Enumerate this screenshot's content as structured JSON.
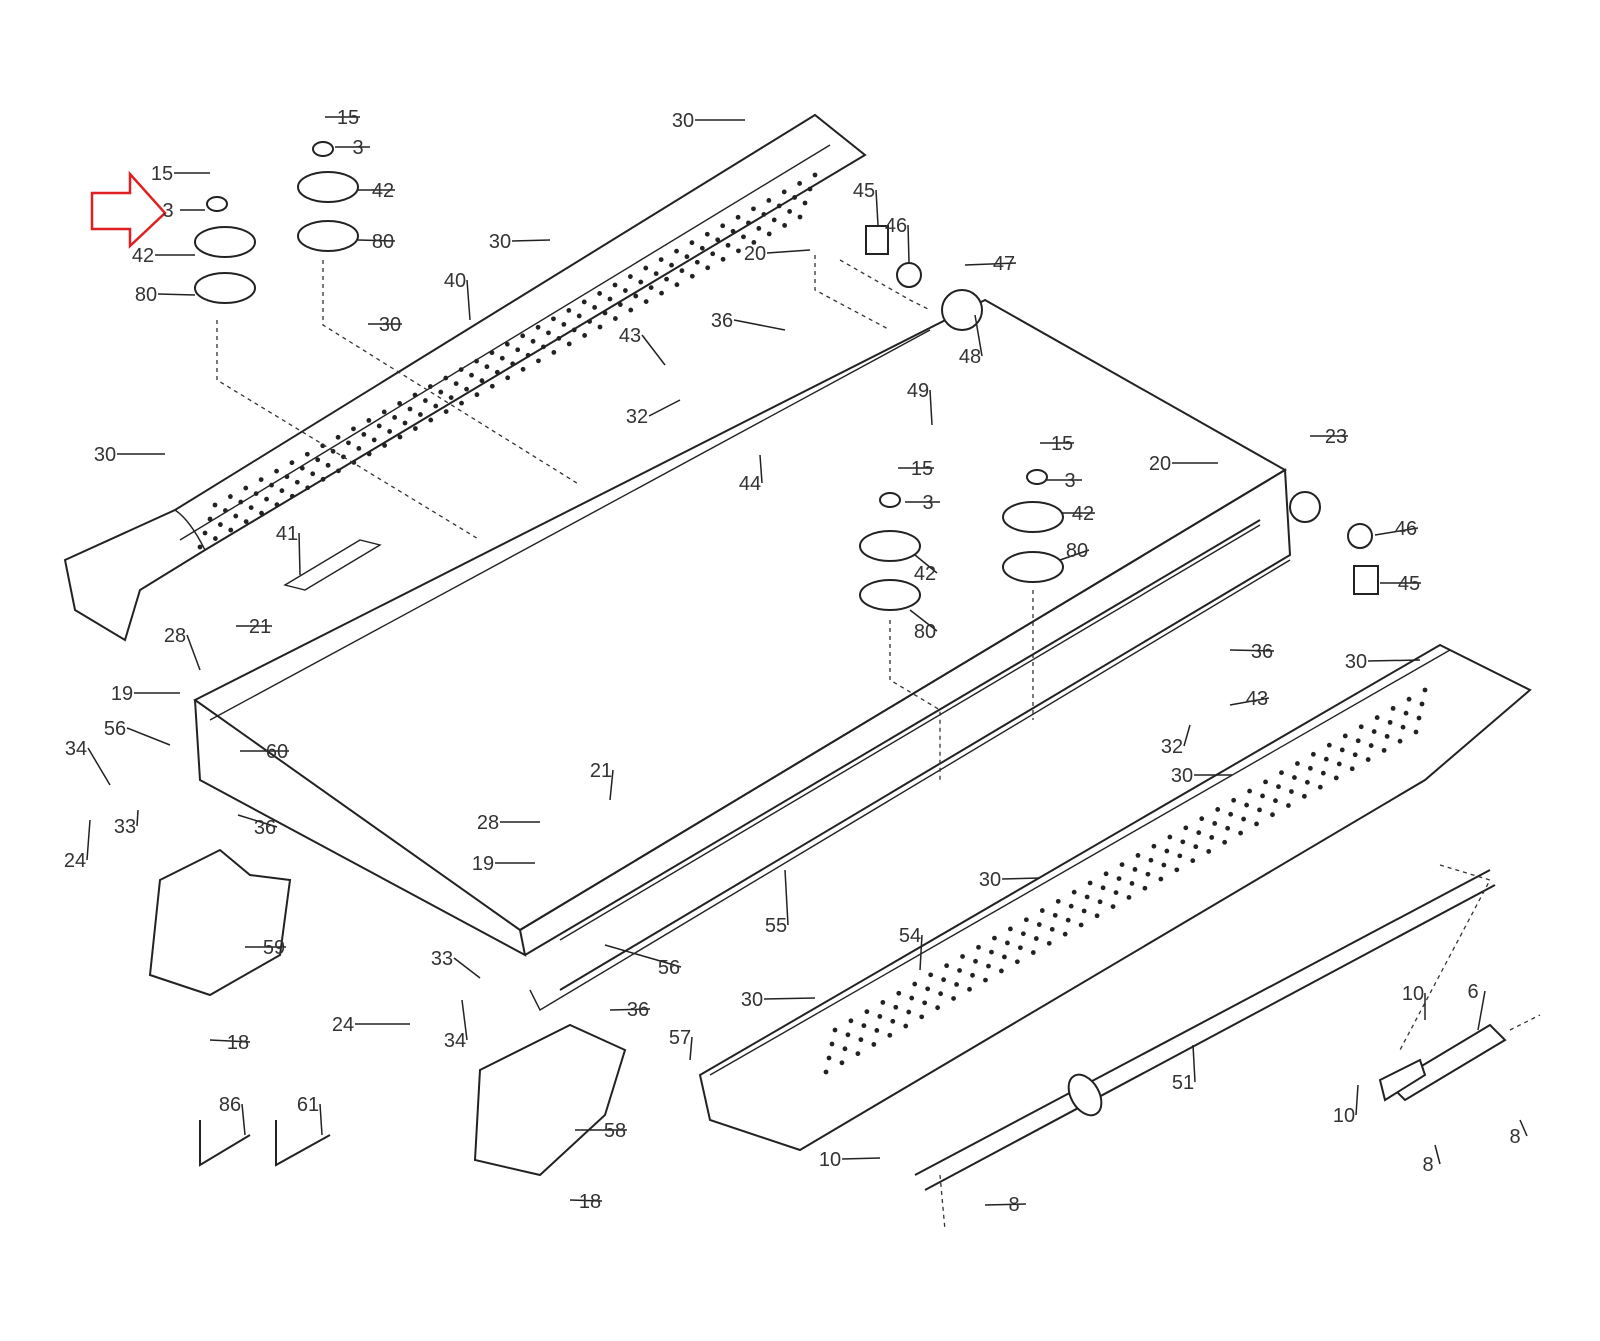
{
  "diagram": {
    "title": "Treadmill deck and rails exploded parts diagram",
    "highlight": {
      "target_label": "3",
      "color": "#e02020",
      "shape": "arrow"
    },
    "labels": [
      {
        "id": "l1",
        "text": "15"
      },
      {
        "id": "l2",
        "text": "3"
      },
      {
        "id": "l3",
        "text": "42"
      },
      {
        "id": "l4",
        "text": "80"
      },
      {
        "id": "l5",
        "text": "15"
      },
      {
        "id": "l6",
        "text": "3"
      },
      {
        "id": "l7",
        "text": "42"
      },
      {
        "id": "l8",
        "text": "80"
      },
      {
        "id": "l9",
        "text": "30"
      },
      {
        "id": "l10",
        "text": "30"
      },
      {
        "id": "l11",
        "text": "40"
      },
      {
        "id": "l12",
        "text": "30"
      },
      {
        "id": "l13",
        "text": "30"
      },
      {
        "id": "l14",
        "text": "41"
      },
      {
        "id": "l15",
        "text": "44"
      },
      {
        "id": "l16",
        "text": "43"
      },
      {
        "id": "l17",
        "text": "32"
      },
      {
        "id": "l18",
        "text": "36"
      },
      {
        "id": "l19",
        "text": "20"
      },
      {
        "id": "l20",
        "text": "45"
      },
      {
        "id": "l21",
        "text": "46"
      },
      {
        "id": "l22",
        "text": "47"
      },
      {
        "id": "l23",
        "text": "48"
      },
      {
        "id": "l24",
        "text": "49"
      },
      {
        "id": "l25",
        "text": "15"
      },
      {
        "id": "l26",
        "text": "3"
      },
      {
        "id": "l27",
        "text": "42"
      },
      {
        "id": "l28",
        "text": "80"
      },
      {
        "id": "l29",
        "text": "15"
      },
      {
        "id": "l30",
        "text": "3"
      },
      {
        "id": "l31",
        "text": "42"
      },
      {
        "id": "l32",
        "text": "80"
      },
      {
        "id": "l33",
        "text": "20"
      },
      {
        "id": "l34",
        "text": "23"
      },
      {
        "id": "l35",
        "text": "46"
      },
      {
        "id": "l36",
        "text": "45"
      },
      {
        "id": "l37",
        "text": "36"
      },
      {
        "id": "l38",
        "text": "43"
      },
      {
        "id": "l39",
        "text": "32"
      },
      {
        "id": "l40",
        "text": "30"
      },
      {
        "id": "l41",
        "text": "30"
      },
      {
        "id": "l42",
        "text": "21"
      },
      {
        "id": "l43",
        "text": "28"
      },
      {
        "id": "l44",
        "text": "19"
      },
      {
        "id": "l45",
        "text": "56"
      },
      {
        "id": "l46",
        "text": "60"
      },
      {
        "id": "l47",
        "text": "34"
      },
      {
        "id": "l48",
        "text": "33"
      },
      {
        "id": "l49",
        "text": "24"
      },
      {
        "id": "l50",
        "text": "36"
      },
      {
        "id": "l51",
        "text": "59"
      },
      {
        "id": "l52",
        "text": "18"
      },
      {
        "id": "l53",
        "text": "21"
      },
      {
        "id": "l54",
        "text": "28"
      },
      {
        "id": "l55",
        "text": "19"
      },
      {
        "id": "l56",
        "text": "55"
      },
      {
        "id": "l57",
        "text": "56"
      },
      {
        "id": "l58",
        "text": "33"
      },
      {
        "id": "l59",
        "text": "24"
      },
      {
        "id": "l60",
        "text": "34"
      },
      {
        "id": "l61",
        "text": "36"
      },
      {
        "id": "l62",
        "text": "57"
      },
      {
        "id": "l63",
        "text": "58"
      },
      {
        "id": "l64",
        "text": "18"
      },
      {
        "id": "l65",
        "text": "30"
      },
      {
        "id": "l66",
        "text": "54"
      },
      {
        "id": "l67",
        "text": "30"
      },
      {
        "id": "l68",
        "text": "51"
      },
      {
        "id": "l69",
        "text": "10"
      },
      {
        "id": "l70",
        "text": "6"
      },
      {
        "id": "l71",
        "text": "10"
      },
      {
        "id": "l72",
        "text": "8"
      },
      {
        "id": "l73",
        "text": "8"
      },
      {
        "id": "l74",
        "text": "10"
      },
      {
        "id": "l75",
        "text": "8"
      },
      {
        "id": "l76",
        "text": "86"
      },
      {
        "id": "l77",
        "text": "61"
      }
    ]
  }
}
